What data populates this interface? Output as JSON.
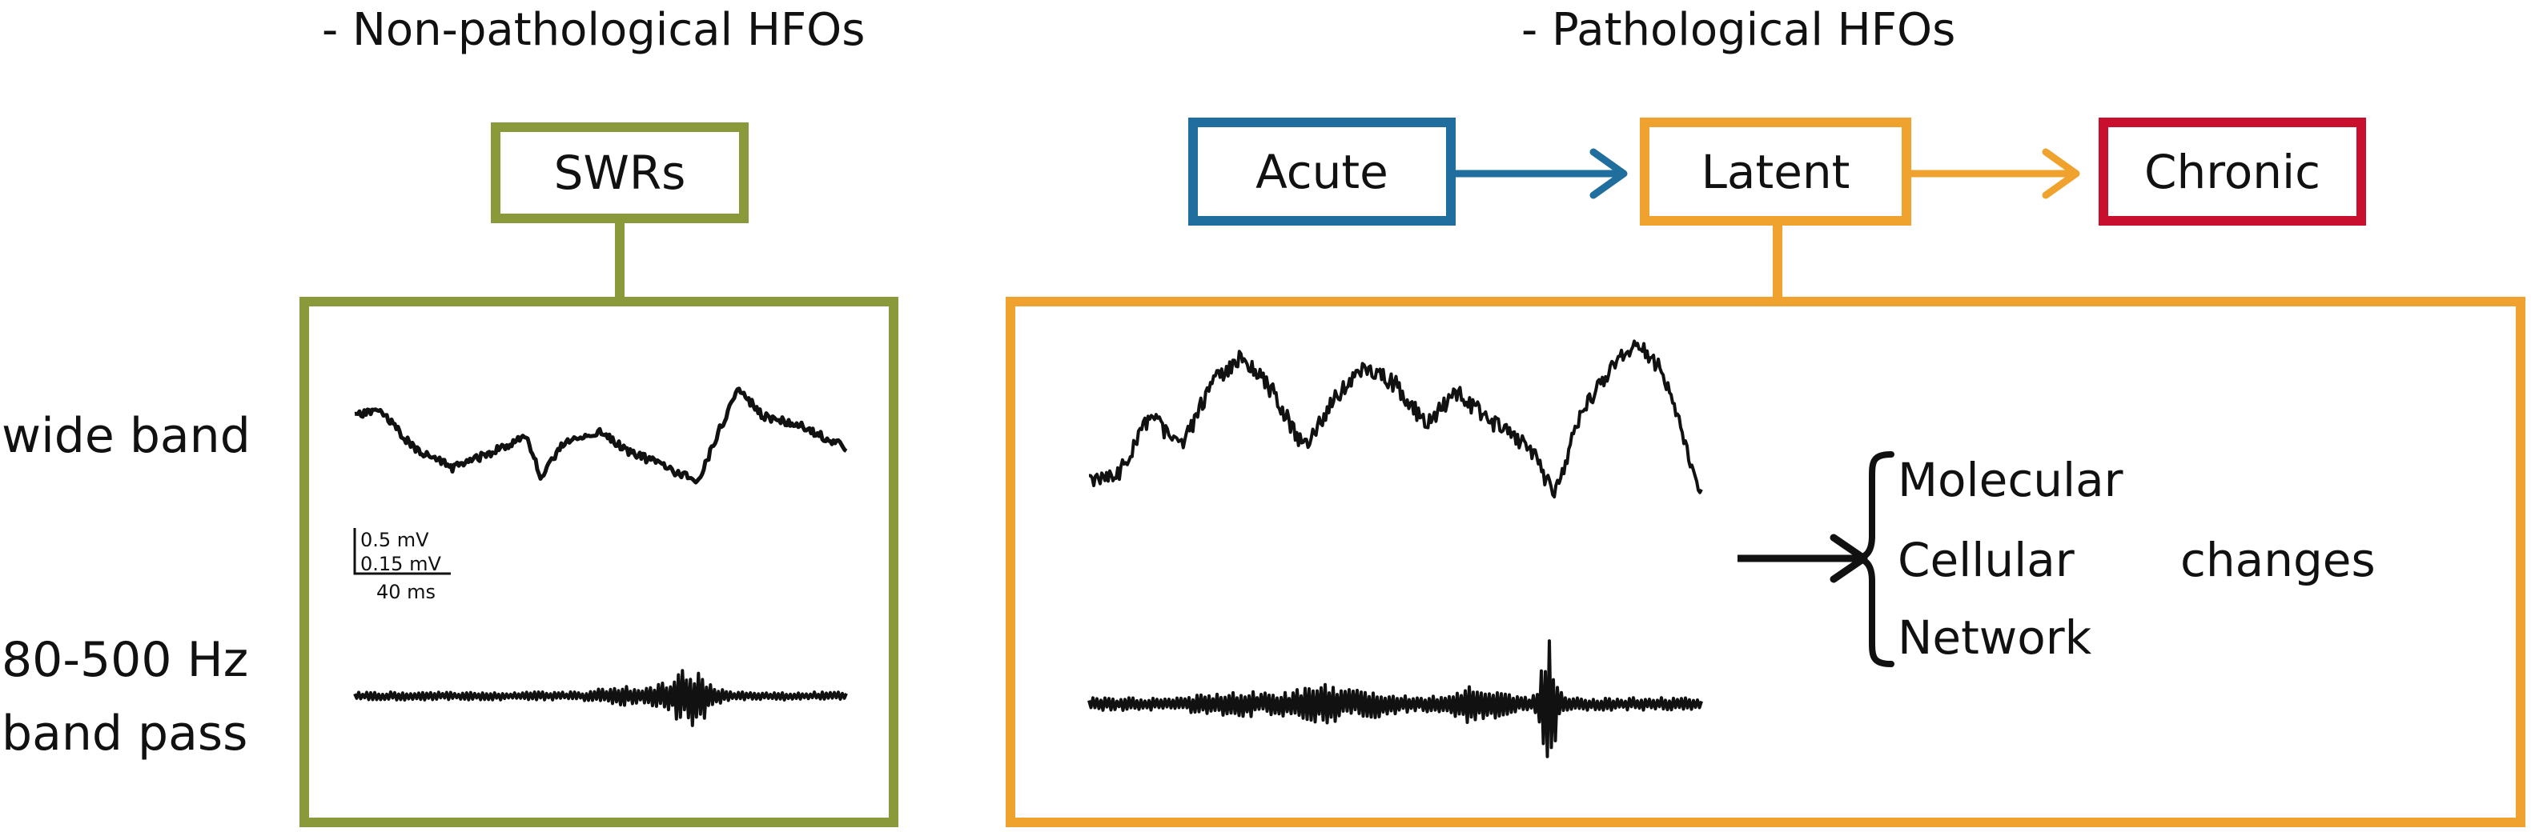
{
  "headings": {
    "left": "- Non-pathological HFOs",
    "right": "- Pathological HFOs"
  },
  "boxes": {
    "swrs": "SWRs",
    "acute": "Acute",
    "latent": "Latent",
    "chronic": "Chronic"
  },
  "row_labels": {
    "wide_band": "wide band",
    "band_pass_line1": "80-500 Hz",
    "band_pass_line2": "band pass"
  },
  "scale_bar": {
    "v1": "0.5 mV",
    "v2": "0.15 mV",
    "time": "40 ms"
  },
  "changes": {
    "items": [
      "Molecular",
      "Cellular",
      "Network"
    ],
    "suffix": "changes"
  },
  "colors": {
    "green": "#8a9a3a",
    "blue": "#1f6e9e",
    "orange": "#f0a22e",
    "red": "#c8102e",
    "trace": "#111111"
  }
}
